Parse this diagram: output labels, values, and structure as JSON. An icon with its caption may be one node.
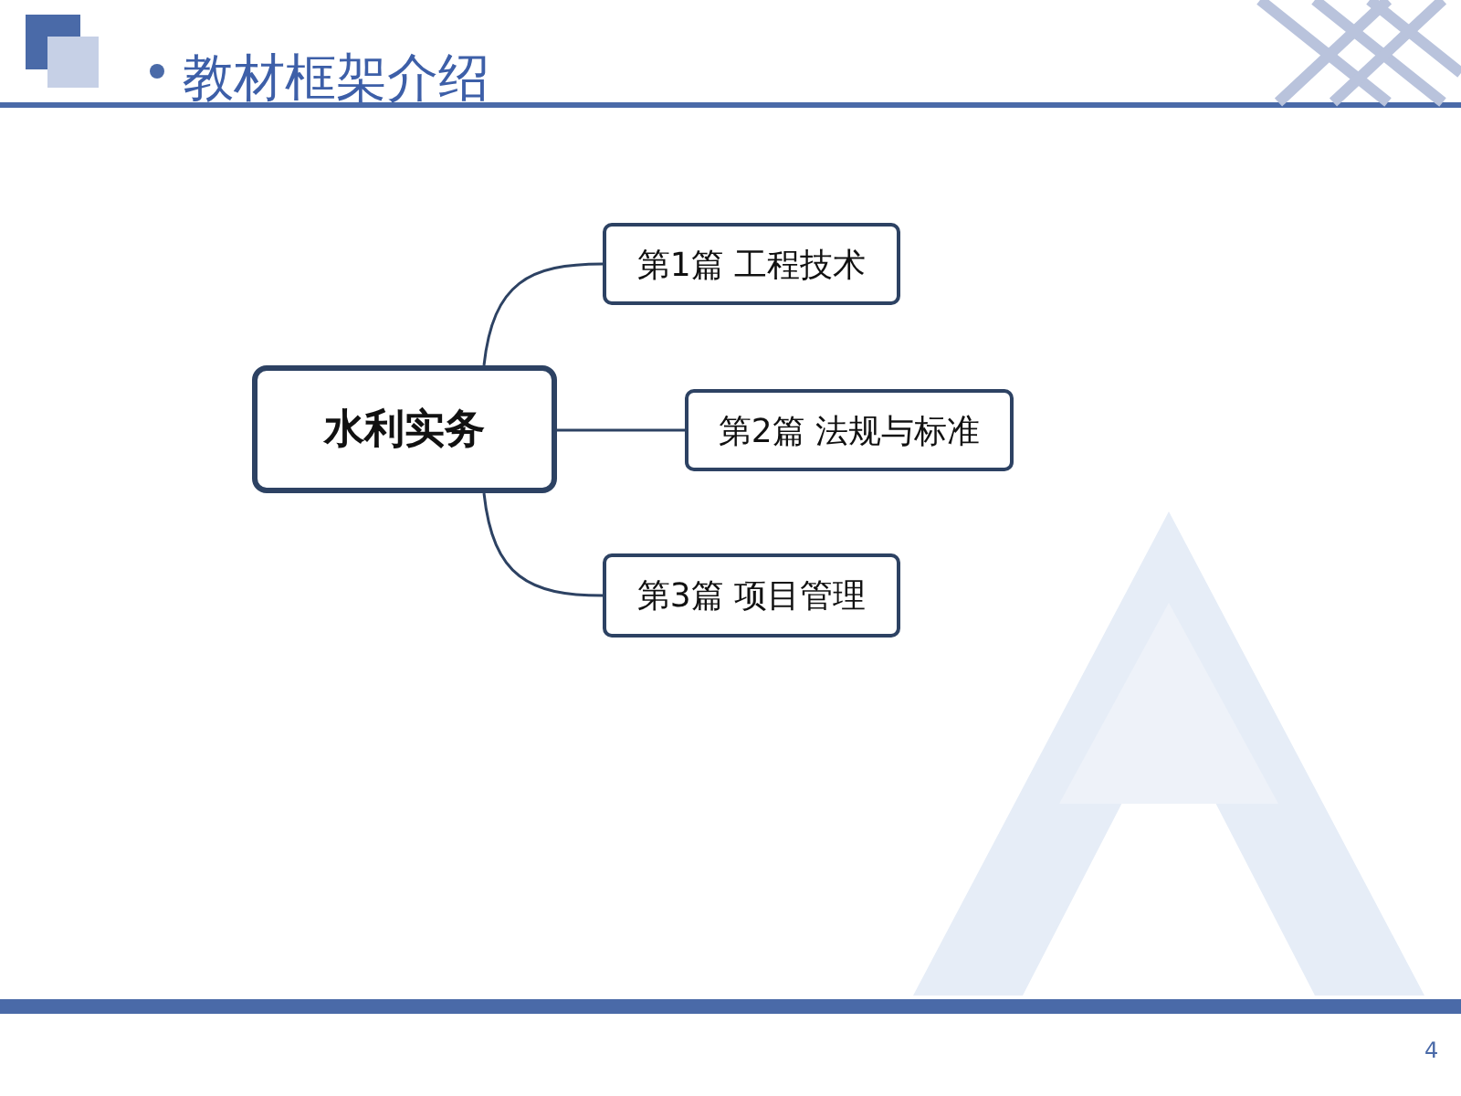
{
  "diagram": {
    "title": "教材框架介绍",
    "nodes": [
      {
        "text": [
          "水利实务"
        ]
      },
      {
        "text": [
          "第1篇 工程技术"
        ]
      },
      {
        "text": [
          "第2篇 法规与标准"
        ]
      },
      {
        "text": [
          "第3篇 项目管理"
        ]
      }
    ],
    "edges": [
      {
        "from": 0,
        "to": 1,
        "arrow": "none"
      },
      {
        "from": 0,
        "to": 2,
        "arrow": "none"
      },
      {
        "from": 0,
        "to": 3,
        "arrow": "none"
      }
    ],
    "labels": [
      "4"
    ]
  }
}
